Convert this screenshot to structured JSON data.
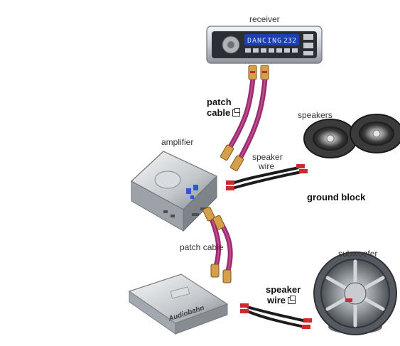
{
  "labels": {
    "receiver": "receiver",
    "patch_cable_top_line1": "patch",
    "patch_cable_top_line2": "cable",
    "speakers": "speakers",
    "amplifier": "amplifier",
    "speaker_wire_top_line1": "speaker",
    "speaker_wire_top_line2": "wire",
    "ground_block": "ground block",
    "patch_cable_bottom": "patch cable",
    "subwoofer": "subwoofer",
    "speaker_wire_bottom_line1": "speaker",
    "speaker_wire_bottom_line2": "wire"
  },
  "receiver_display": {
    "text": "DANCING",
    "number": "232"
  },
  "amp2_brand": "Audiobahn",
  "colors": {
    "cable": "#9b2a6e",
    "cable_light": "#c14f95",
    "rca_gold": "#d6a04a",
    "speaker_red": "#cc2b2b",
    "display_blue": "#2b58d9"
  }
}
